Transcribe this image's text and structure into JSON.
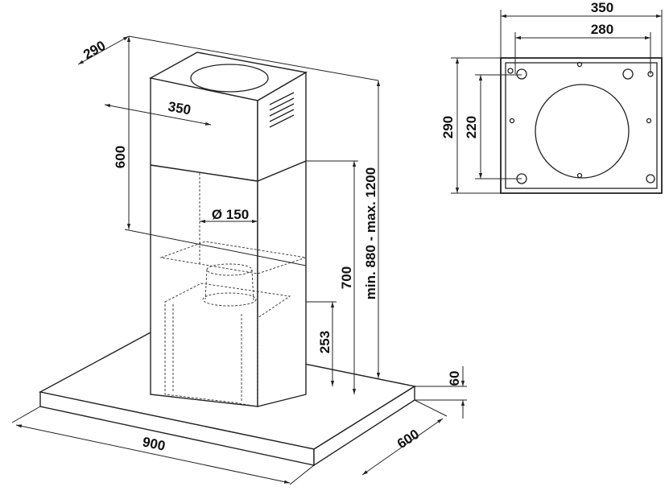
{
  "diagram": {
    "main_view": {
      "chimney_depth": "290",
      "chimney_width": "350",
      "upper_chimney_height": "600",
      "duct_diameter": "Ø 150",
      "lower_chimney_height": "700",
      "total_height_range": "min. 880 - max. 1200",
      "motor_height": "253",
      "canopy_thickness": "60",
      "canopy_width": "900",
      "canopy_depth": "600"
    },
    "mounting_plate": {
      "outer_width": "350",
      "hole_spacing_width": "280",
      "outer_height": "290",
      "hole_spacing_height": "220"
    }
  }
}
